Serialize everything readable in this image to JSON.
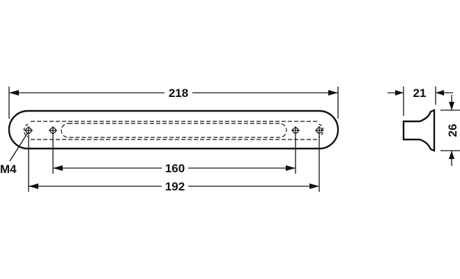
{
  "drawing": {
    "overall_length": "218",
    "hole_spacing_inner": "160",
    "hole_spacing_outer": "192",
    "thread_label": "M4",
    "depth": "21",
    "height": "26"
  },
  "colors": {
    "line": "#111111",
    "background": "#ffffff"
  }
}
